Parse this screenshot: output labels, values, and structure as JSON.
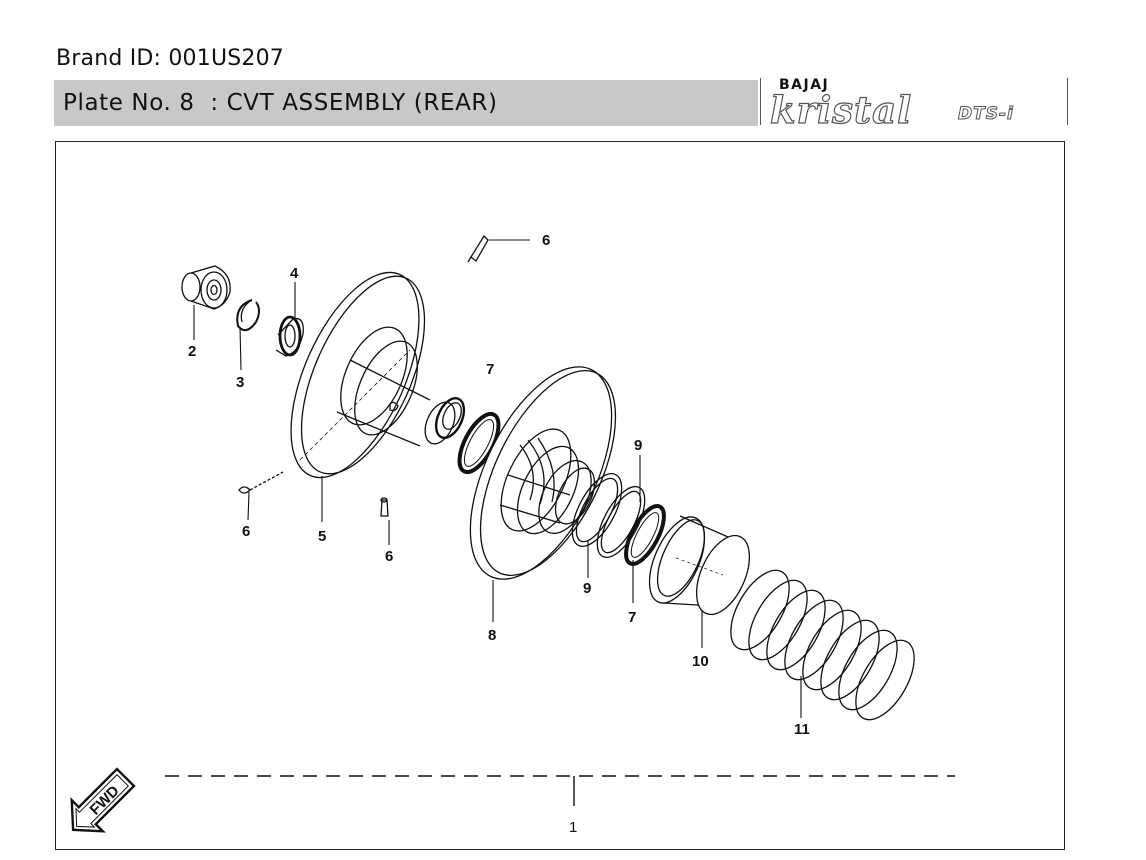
{
  "header": {
    "brand_id": "Brand ID: 001US207",
    "plate_title": "Plate No. 8  : CVT ASSEMBLY (REAR)"
  },
  "logo": {
    "brand": "BAJAJ",
    "model": "kristal",
    "variant": "DTS-i"
  },
  "diagram": {
    "callouts": [
      {
        "id": "callout-1",
        "label": "1"
      },
      {
        "id": "callout-2",
        "label": "2"
      },
      {
        "id": "callout-3",
        "label": "3"
      },
      {
        "id": "callout-4",
        "label": "4"
      },
      {
        "id": "callout-5",
        "label": "5"
      },
      {
        "id": "callout-6a",
        "label": "6"
      },
      {
        "id": "callout-6b",
        "label": "6"
      },
      {
        "id": "callout-6c",
        "label": "6"
      },
      {
        "id": "callout-7a",
        "label": "7"
      },
      {
        "id": "callout-7b",
        "label": "7"
      },
      {
        "id": "callout-8",
        "label": "8"
      },
      {
        "id": "callout-9a",
        "label": "9"
      },
      {
        "id": "callout-9b",
        "label": "9"
      },
      {
        "id": "callout-10",
        "label": "10"
      },
      {
        "id": "callout-11",
        "label": "11"
      }
    ],
    "direction_marker": "FWD"
  }
}
